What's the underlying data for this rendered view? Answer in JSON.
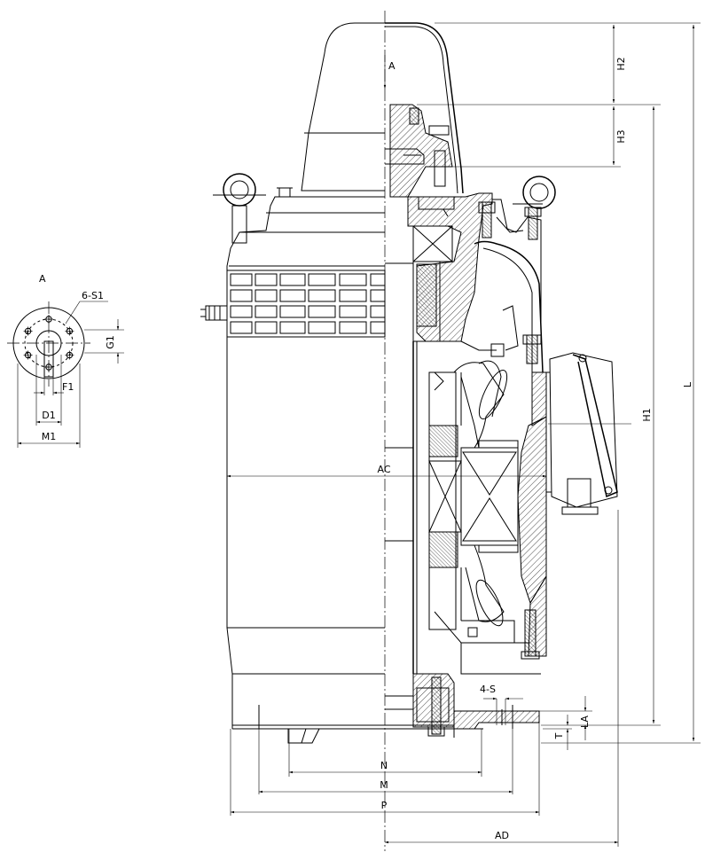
{
  "view_label_main": "A",
  "view_label_detail": "A",
  "dimensions": {
    "H2": "H2",
    "H3": "H3",
    "H1": "H1",
    "L": "L",
    "AC": "AC",
    "N": "N",
    "M": "M",
    "P": "P",
    "AD": "AD",
    "LA": "LA",
    "T": "T",
    "S": "4-S"
  },
  "flange_detail": {
    "holes": "6-S1",
    "G1": "G1",
    "F1": "F1",
    "D1": "D1",
    "M1": "M1"
  }
}
